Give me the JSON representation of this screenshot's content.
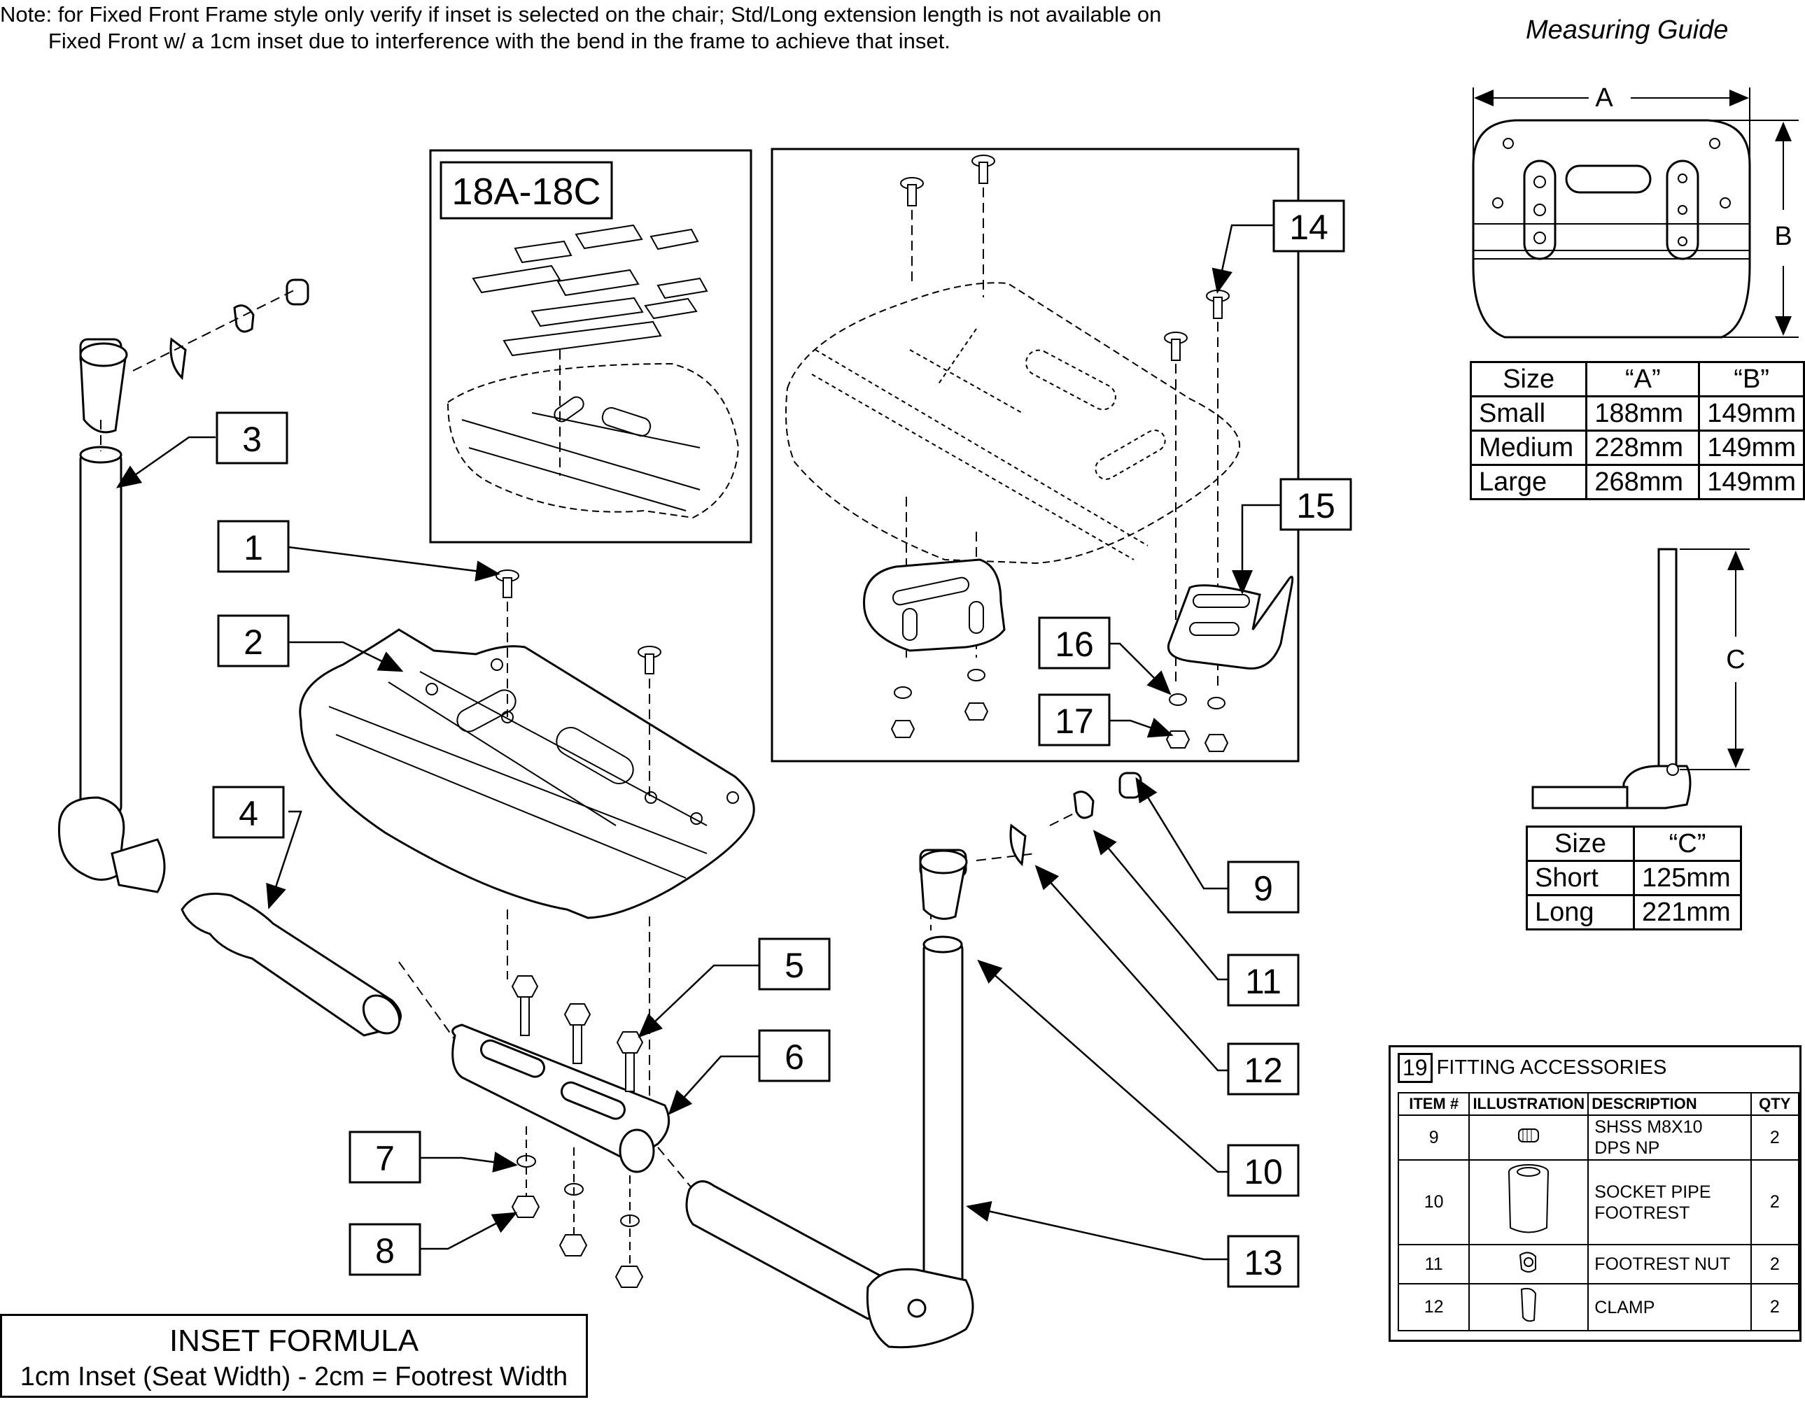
{
  "note": {
    "line1": "Note: for Fixed Front Frame style only verify if inset is selected on the chair; Std/Long extension length is not available on",
    "line2": "        Fixed Front w/ a 1cm inset due to interference with the bend in the frame to achieve that inset."
  },
  "inset_box_label": "18A-18C",
  "callouts": [
    "1",
    "2",
    "3",
    "4",
    "5",
    "6",
    "7",
    "8",
    "9",
    "10",
    "11",
    "12",
    "13",
    "14",
    "15",
    "16",
    "17"
  ],
  "measuring_guide": {
    "title": "Measuring Guide",
    "dim_a": "A",
    "dim_b": "B",
    "dim_c": "C"
  },
  "size_table": {
    "headers": [
      "Size",
      "“A”",
      "“B”"
    ],
    "rows": [
      [
        "Small",
        "188mm",
        "149mm"
      ],
      [
        "Medium",
        "228mm",
        "149mm"
      ],
      [
        "Large",
        "268mm",
        "149mm"
      ]
    ]
  },
  "length_table": {
    "headers": [
      "Size",
      "“C”"
    ],
    "rows": [
      [
        "Short",
        "125mm"
      ],
      [
        "Long",
        "221mm"
      ]
    ]
  },
  "accessories": {
    "number": "19",
    "title": "FITTING ACCESSORIES",
    "headers": [
      "ITEM #",
      "ILLUSTRATION",
      "DESCRIPTION",
      "QTY"
    ],
    "rows": [
      {
        "item": "9",
        "desc1": "SHSS M8X10",
        "desc2": "DPS NP",
        "qty": "2",
        "icon": "set-screw-icon"
      },
      {
        "item": "10",
        "desc1": "SOCKET PIPE",
        "desc2": "FOOTREST",
        "qty": "2",
        "icon": "socket-pipe-icon"
      },
      {
        "item": "11",
        "desc1": "FOOTREST NUT",
        "desc2": "",
        "qty": "2",
        "icon": "footrest-nut-icon"
      },
      {
        "item": "12",
        "desc1": "CLAMP",
        "desc2": "",
        "qty": "2",
        "icon": "clamp-icon"
      }
    ]
  },
  "inset_formula": {
    "title": "INSET FORMULA",
    "formula": "1cm Inset (Seat Width) - 2cm = Footrest Width"
  }
}
